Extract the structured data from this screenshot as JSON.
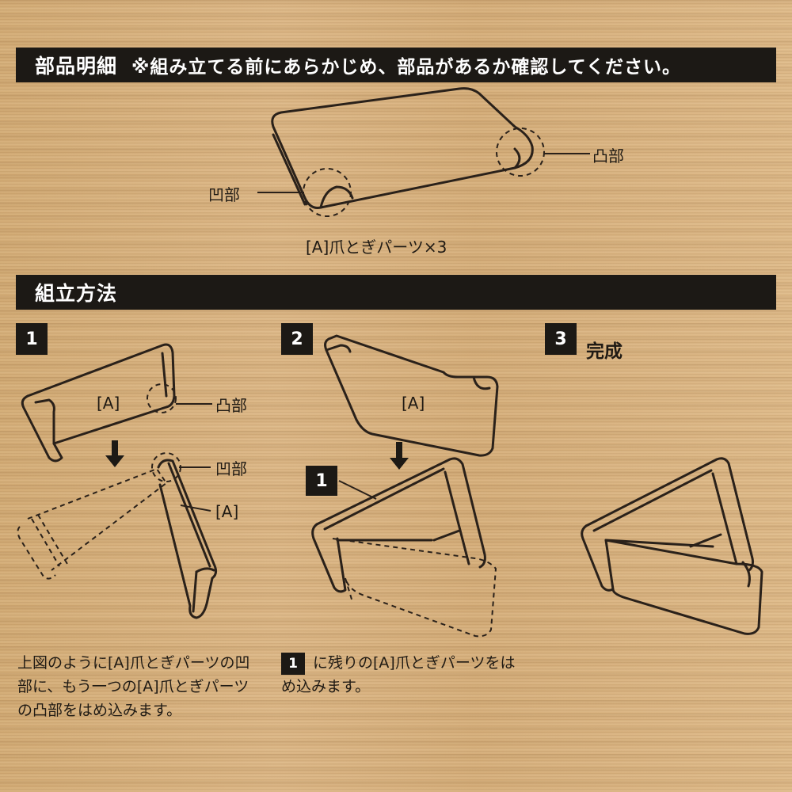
{
  "header1": {
    "title": "部品明細",
    "note": "※組み立てる前にあらかじめ、部品があるか確認してください。"
  },
  "parts": {
    "concave_label": "凹部",
    "convex_label": "凸部",
    "caption": "[A]爪とぎパーツ×3"
  },
  "header2": {
    "title": "組立方法"
  },
  "step1": {
    "number": "1",
    "part_a": "[A]",
    "convex_label": "凸部",
    "concave_label": "凹部",
    "part_a_lower": "[A]",
    "caption": "上図のように[A]爪とぎパーツの凹部に、もう一つの[A]爪とぎパーツの凸部をはめ込みます。"
  },
  "step2": {
    "number": "2",
    "part_a": "[A]",
    "ref_badge": "1",
    "caption_badge": "1",
    "caption": "に残りの[A]爪とぎパーツをはめ込みます。"
  },
  "step3": {
    "number": "3",
    "label": "完成"
  }
}
